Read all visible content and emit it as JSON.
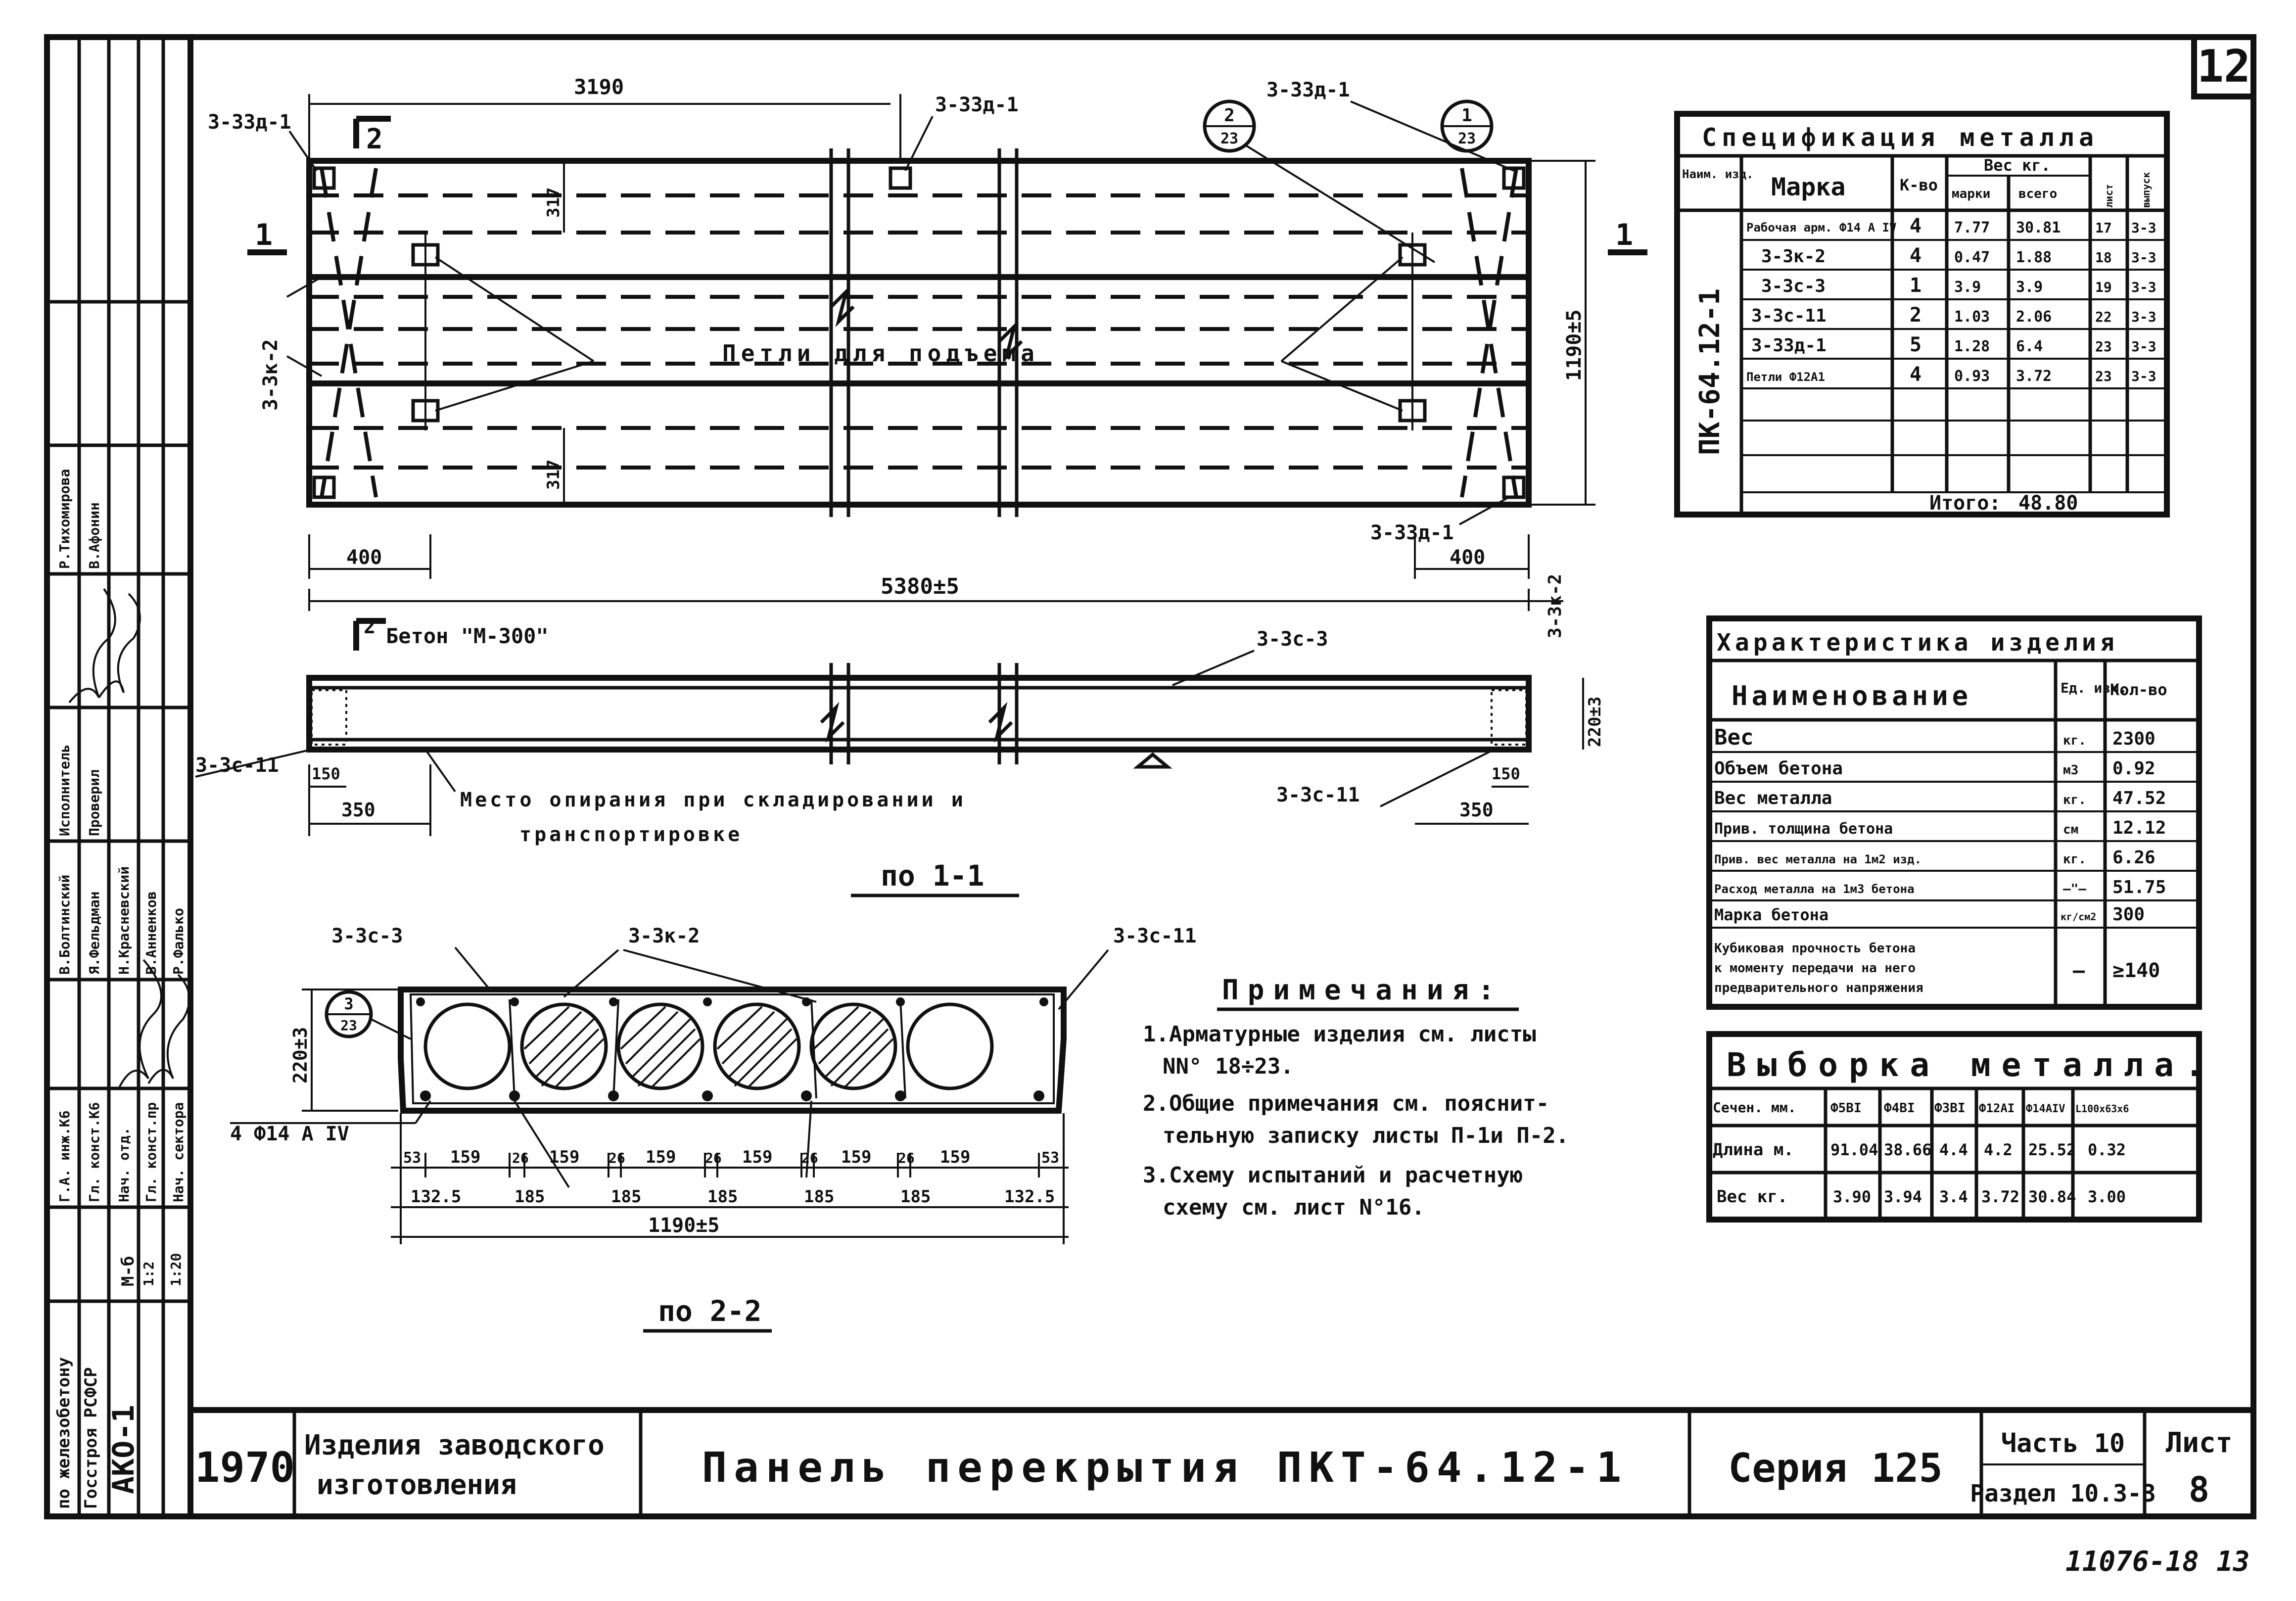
{
  "sheet": {
    "sheet_corner_number": "12",
    "bottom_note": "11076-18",
    "bottom_page": "13"
  },
  "plan": {
    "dim_top": "3190",
    "dim_height": "1190±5",
    "dim_317_top": "317",
    "dim_317_bot": "317",
    "dim_400_left": "400",
    "dim_400_right": "400",
    "dim_total": "5380±5",
    "mark_33d1_tl": "3-33д-1",
    "mark_33d1_top": "3-33д-1",
    "mark_33d1_tr": "3-33д-1",
    "mark_33d1_br": "3-33д-1",
    "mark_3k2": "3-3к-2",
    "mark_3k2_right": "3-3к-2",
    "lift_loops": "Петли для подъема",
    "section_1_left": "1",
    "section_1_right": "1",
    "section_2_top": "2",
    "callout_2_top": "2",
    "callout_2_bot": "23",
    "callout_1_top": "1",
    "callout_1_bot": "23"
  },
  "section11": {
    "concrete": "Бетон \"М-300\"",
    "mark_3c3": "3-3с-3",
    "mark_3c11_left": "3-3с-11",
    "mark_3c11_right": "3-3с-11",
    "dim_220": "220±3",
    "dim_150_left": "150",
    "dim_150_right": "150",
    "dim_350_left": "350",
    "dim_350_right": "350",
    "support_note_1": "Место опирания при складировании и",
    "support_note_2": "транспортировке",
    "title": "по 1-1",
    "section_2": "2"
  },
  "section22": {
    "mark_3c3": "3-3с-3",
    "mark_3k2": "3-3к-2",
    "mark_3c11": "3-3с-11",
    "dim_220": "220±3",
    "rebar": "4 Ф14 А IV",
    "callout_top": "3",
    "callout_bot": "23",
    "dims_row1": [
      "53",
      "159",
      "26",
      "159",
      "26",
      "159",
      "26",
      "159",
      "26",
      "159",
      "26",
      "159",
      "53"
    ],
    "dims_row2": [
      "132.5",
      "185",
      "185",
      "185",
      "185",
      "185",
      "132.5"
    ],
    "dim_total": "1190±5",
    "title": "по 2-2"
  },
  "notes": {
    "heading": "Примечания:",
    "lines": [
      "1.Арматурные изделия см. листы",
      "NN° 18÷23.",
      "2.Общие примечания см. пояснит-",
      "тельную записку листы П-1и П-2.",
      "3.Схему испытаний и расчетную",
      "схему см. лист N°16."
    ]
  },
  "spec": {
    "title": "Спецификация металла",
    "h_pos": "Наим. изд.",
    "h_mark": "Марка",
    "h_qty": "К-во",
    "h_weight": "Вес кг.",
    "h_per": "марки",
    "h_total": "всего",
    "h_sheet": "лист",
    "h_series": "выпуск",
    "panel": "ПК-64.12-1",
    "rows": [
      {
        "mark": "Рабочая арм. Ф14 А IV",
        "qty": "4",
        "per": "7.77",
        "total": "30.81",
        "sheet": "17",
        "issue": "3-3"
      },
      {
        "mark": "3-3к-2",
        "qty": "4",
        "per": "0.47",
        "total": "1.88",
        "sheet": "18",
        "issue": "3-3"
      },
      {
        "mark": "3-3с-3",
        "qty": "1",
        "per": "3.9",
        "total": "3.9",
        "sheet": "19",
        "issue": "3-3"
      },
      {
        "mark": "3-3с-11",
        "qty": "2",
        "per": "1.03",
        "total": "2.06",
        "sheet": "22",
        "issue": "3-3"
      },
      {
        "mark": "3-33д-1",
        "qty": "5",
        "per": "1.28",
        "total": "6.4",
        "sheet": "23",
        "issue": "3-3"
      },
      {
        "mark": "Петли Ф12А1",
        "qty": "4",
        "per": "0.93",
        "total": "3.72",
        "sheet": "23",
        "issue": "3-3"
      }
    ],
    "total_label": "Итого:",
    "total_value": "48.80"
  },
  "char": {
    "title": "Характеристика изделия",
    "h_name": "Наименование",
    "h_unit": "Ед. изм.",
    "h_qty": "Кол-во",
    "rows": [
      {
        "name": "Вес",
        "unit": "кг.",
        "val": "2300"
      },
      {
        "name": "Объем бетона",
        "unit": "м3",
        "val": "0.92"
      },
      {
        "name": "Вес металла",
        "unit": "кг.",
        "val": "47.52"
      },
      {
        "name": "Прив. толщина бетона",
        "unit": "см",
        "val": "12.12"
      },
      {
        "name": "Прив. вес металла на 1м2 изд.",
        "unit": "кг.",
        "val": "6.26"
      },
      {
        "name": "Расход металла на 1м3 бетона",
        "unit": "—\"—",
        "val": "51.75"
      },
      {
        "name": "Марка бетона",
        "unit": "кг/см2",
        "val": "300"
      }
    ],
    "last_1": "Кубиковая прочность бетона",
    "last_2": "к моменту передачи на него",
    "last_3": "предварительного напряжения",
    "last_unit": "—",
    "last_val": "≥140"
  },
  "sel": {
    "title": "Выборка металла.",
    "headers": [
      "Сечен. мм.",
      "Ф5ВI",
      "Ф4ВI",
      "Ф3ВI",
      "Ф12АI",
      "Ф14АIV",
      "L100x63x6"
    ],
    "row1_label": "Длина м.",
    "row1": [
      "91.04",
      "38.66",
      "4.4",
      "4.2",
      "25.52",
      "0.32"
    ],
    "row2_label": "Вес кг.",
    "row2": [
      "3.90",
      "3.94",
      "3.4",
      "3.72",
      "30.84",
      "3.00"
    ]
  },
  "stamp": {
    "year": "1970",
    "cat_1": "Изделия заводского",
    "cat_2": "изготовления",
    "title": "Панель перекрытия ПКТ-64.12-1",
    "series": "Серия 125",
    "part": "Часть 10",
    "section": "Раздел 10.3-3",
    "sheet_label": "Лист",
    "sheet_no": "8"
  },
  "side": {
    "org_1": "по железобетону",
    "org_2": "Госстроя РСФСР",
    "code": "АКО-1",
    "scale_label": "М-б",
    "scale_1": "1:2",
    "scale_2": "1:20",
    "roles": [
      "Г.А. инж.К6",
      "Гл. конст.К6",
      "Нач. отд.",
      "Гл. конст.пр",
      "Нач. сектора",
      "Исполнитель",
      "Проверил"
    ],
    "names": [
      "В.Болтинский",
      "Я.Фельдман",
      "Н.Красневский",
      "В.Анненков",
      "Р.Фалько",
      "Р.Тихомирова",
      "В.Афонин"
    ]
  }
}
